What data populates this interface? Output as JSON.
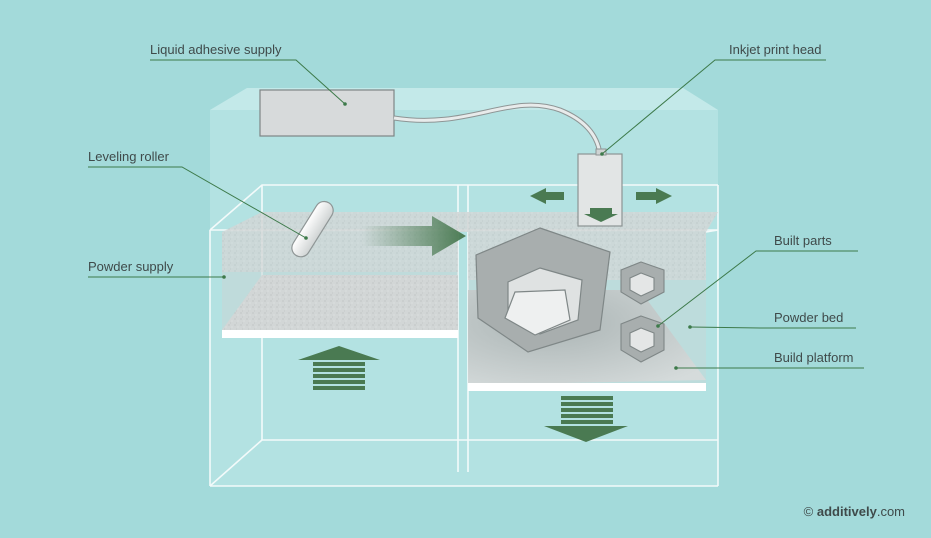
{
  "labels": {
    "liquid_adhesive_supply": "Liquid adhesive supply",
    "inkjet_print_head": "Inkjet print head",
    "leveling_roller": "Leveling roller",
    "powder_supply": "Powder supply",
    "built_parts": "Built parts",
    "powder_bed": "Powder bed",
    "build_platform": "Build platform"
  },
  "credit": {
    "symbol": "©",
    "brand": "additively",
    "suffix": ".com"
  },
  "colors": {
    "background": "#a3dada",
    "leader_line": "#3d7a4a",
    "arrow": "#4a7a52",
    "powder": "#d2d6d6",
    "label_text": "#3f4a4a"
  },
  "icons": {
    "up_arrow": "up-arrow-icon",
    "down_arrow": "down-arrow-icon",
    "right_arrow": "right-arrow-icon",
    "left_arrow": "left-arrow-icon"
  }
}
